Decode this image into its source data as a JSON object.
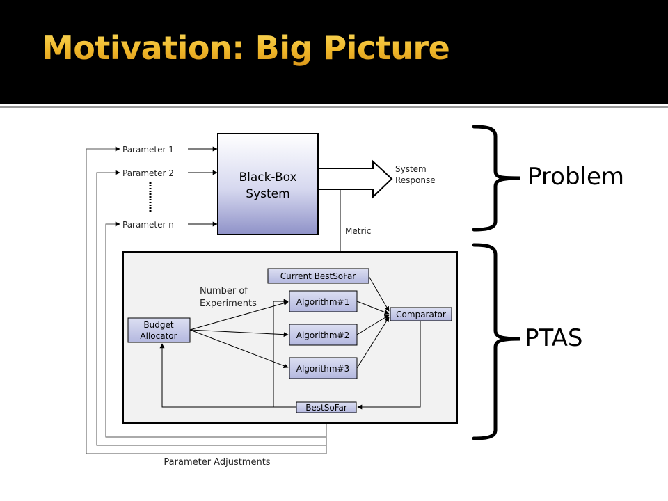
{
  "slide": {
    "title": "Motivation: Big Picture"
  },
  "diagram": {
    "parameters": [
      "Parameter 1",
      "Parameter 2",
      "Parameter n"
    ],
    "black_box": [
      "Black-Box",
      "System"
    ],
    "system_response": [
      "System",
      "Response"
    ],
    "metric": "Metric",
    "current_best": "Current BestSoFar",
    "number_of_experiments": [
      "Number of",
      "Experiments"
    ],
    "budget_allocator": [
      "Budget",
      "Allocator"
    ],
    "algorithms": [
      "Algorithm#1",
      "Algorithm#2",
      "Algorithm#3"
    ],
    "comparator": "Comparator",
    "best_so_far": "BestSoFar",
    "parameter_adjustments": "Parameter Adjustments"
  },
  "braces": {
    "problem": "Problem",
    "ptas": "PTAS"
  }
}
